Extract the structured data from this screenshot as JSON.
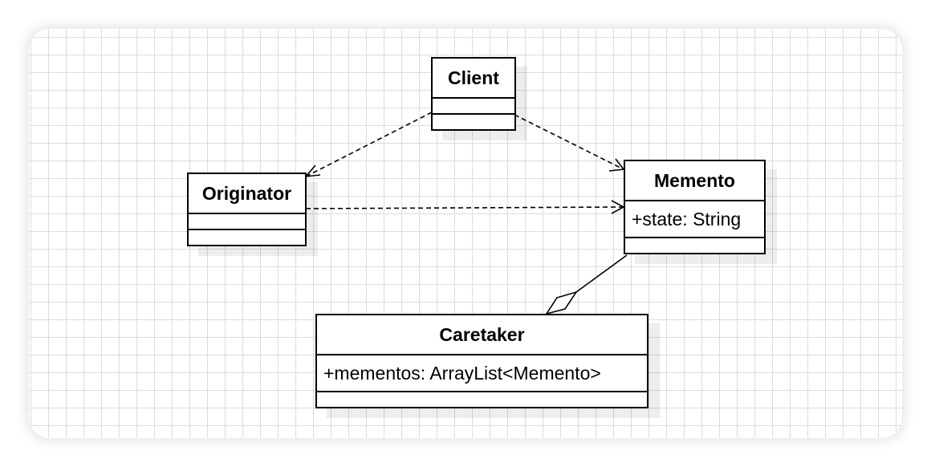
{
  "diagram": {
    "classes": {
      "client": {
        "name": "Client",
        "attributes": []
      },
      "originator": {
        "name": "Originator",
        "attributes": []
      },
      "memento": {
        "name": "Memento",
        "attributes": [
          "+state: String"
        ]
      },
      "caretaker": {
        "name": "Caretaker",
        "attributes": [
          "+mementos: ArrayList<Memento>"
        ]
      }
    },
    "relationships": [
      {
        "from": "Client",
        "to": "Originator",
        "type": "dependency"
      },
      {
        "from": "Client",
        "to": "Memento",
        "type": "dependency"
      },
      {
        "from": "Originator",
        "to": "Memento",
        "type": "dependency"
      },
      {
        "from": "Caretaker",
        "to": "Memento",
        "type": "aggregation"
      }
    ],
    "colors": {
      "line": "#000000",
      "grid": "#dcdcdc",
      "background": "#ffffff"
    }
  }
}
